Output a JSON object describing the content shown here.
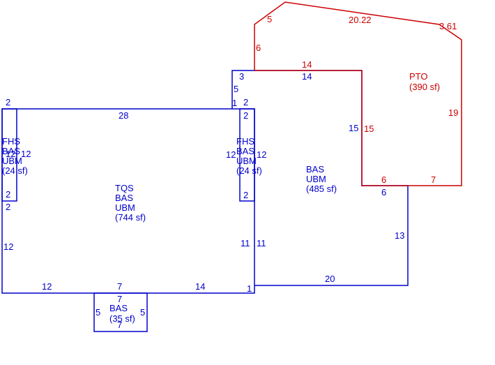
{
  "colors": {
    "base": "#0000cc",
    "porch": "#cc0000"
  },
  "areas": {
    "main": {
      "lines": [
        "TQS",
        "BAS",
        "UBM",
        "(744 sf)"
      ]
    },
    "addition": {
      "lines": [
        "BAS",
        "UBM",
        "(485 sf)"
      ]
    },
    "porch": {
      "lines": [
        "PTO",
        "(390 sf)"
      ]
    },
    "small_bas": {
      "lines": [
        "BAS",
        "(35 sf)"
      ]
    },
    "fhs_left": {
      "lines": [
        "FHS",
        "BAS",
        "UBM",
        "(24 sf)"
      ]
    },
    "fhs_right": {
      "lines": [
        "FHS",
        "BAS",
        "UBM",
        "(24 sf)"
      ]
    }
  },
  "dims": {
    "main_top": "28",
    "main_left": "12",
    "main_right": "11",
    "main_bottom_left": "12",
    "main_bottom_mid": "7",
    "main_bottom_right": "14",
    "main_corner_1": "1",
    "corner_2_top_left": "2",
    "corner_2_below_left": "2",
    "fhs_left_top": "2",
    "fhs_left_bottom": "2",
    "fhs_left_side_a": "12",
    "fhs_left_side_b": "12",
    "fhs_right_top": "2",
    "fhs_right_bottom": "2",
    "fhs_right_side_a": "12",
    "fhs_right_side_b": "12",
    "fhs_right_corner": "2",
    "add_top_3": "3",
    "add_left_5": "5",
    "add_left_1": "1",
    "add_top_14": "14",
    "add_inner_15": "15",
    "add_step_6": "6",
    "add_right_13": "13",
    "add_left_11": "11",
    "add_bottom_20": "20",
    "add_bottom_1": "1",
    "small_top": "7",
    "small_bottom": "7",
    "small_left": "5",
    "small_right": "5",
    "porch_5": "5",
    "porch_6": "6",
    "porch_20_22": "20.22",
    "porch_3_61": "3.61",
    "porch_14": "14",
    "porch_15": "15",
    "porch_19": "19",
    "porch_6b": "6",
    "porch_7": "7"
  }
}
